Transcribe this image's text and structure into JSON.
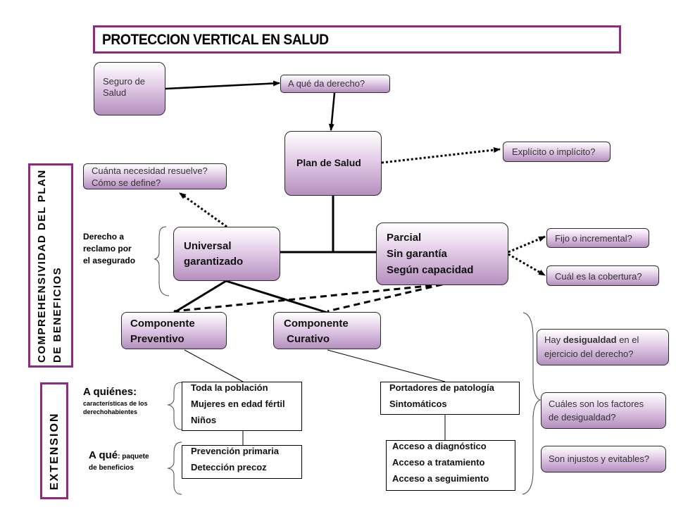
{
  "title": "PROTECCION VERTICAL EN SALUD",
  "side_labels": {
    "comprehensiveness_line1": "COMPREHENSIVIDAD DEL PLAN",
    "comprehensiveness_line2": "DE BENEFICIOS",
    "extension": "EXTENSION"
  },
  "nodes": {
    "seguro": "Seguro de Salud",
    "derecho_question": "A qué da derecho?",
    "plan_salud": "Plan de Salud",
    "explicito": "Explícito o implícito?",
    "necesidad_line1": "Cuánta necesidad resuelve?",
    "necesidad_line2": "Cómo se define?",
    "universal_line1": "Universal",
    "universal_line2": "garantizado",
    "parcial_line1": "Parcial",
    "parcial_line2": "Sin garantía",
    "parcial_line3": "Según capacidad",
    "fijo": "Fijo o incremental?",
    "cobertura": "Cuál es la cobertura?",
    "preventivo_line1": "Componente",
    "preventivo_line2": "Preventivo",
    "curativo_line1": "Componente",
    "curativo_line2": " Curativo",
    "desigualdad_pre": "Hay ",
    "desigualdad_bold": "desigualdad",
    "desigualdad_post": " en el",
    "desigualdad_line2": "ejercicio del derecho?",
    "factores_line1": "Cuáles son los factores",
    "factores_line2": "de desigualdad?",
    "injustos": "Son injustos y evitables?"
  },
  "annotations": {
    "derecho_reclamo_line1": "Derecho a",
    "derecho_reclamo_line2": "reclamo por",
    "derecho_reclamo_line3": "el asegurado",
    "a_quienes_big": "A quiénes",
    "a_quienes_colon": ":",
    "a_quienes_small1": "características de los",
    "a_quienes_small2": "derechohabientes",
    "a_que_big": "A qué",
    "a_que_small1": ": paquete",
    "a_que_small2": "de beneficios"
  },
  "lists": {
    "poblacion": [
      "Toda la población",
      "Mujeres en edad fértil",
      "Niños"
    ],
    "prevencion": [
      "Prevención primaria",
      "Detección precoz"
    ],
    "portadores": [
      "Portadores de patología",
      "Sintomáticos"
    ],
    "acceso": [
      "Acceso a diagnóstico",
      "Acceso a tratamiento",
      "Acceso a seguimiento"
    ]
  },
  "colors": {
    "frame": "#8e2a82",
    "box_gradient_bottom": "#b58fbf"
  }
}
